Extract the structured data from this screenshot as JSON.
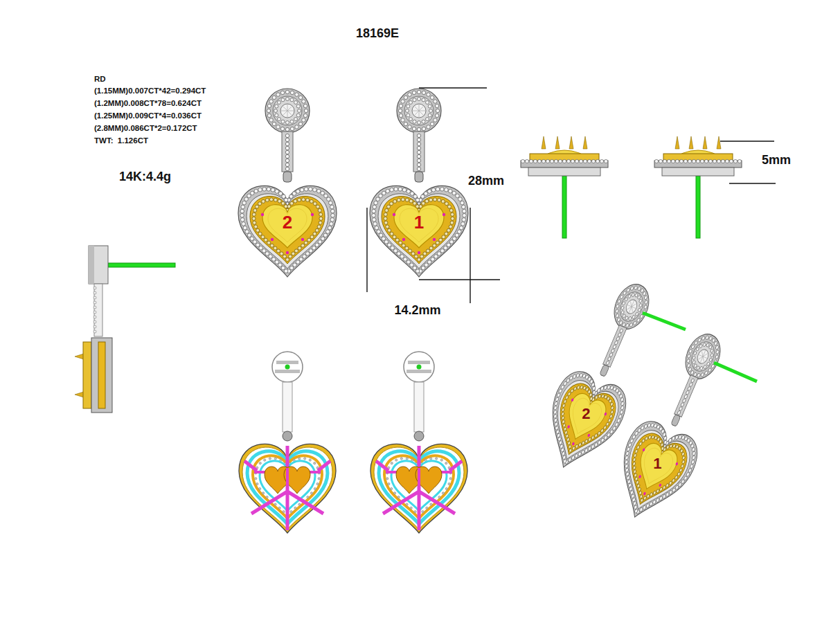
{
  "diagram": {
    "title": "18169E",
    "labels": [
      "RD",
      "(1.15MM)0.007CT*42=0.294CT",
      "(1.2MM)0.008CT*78=0.624CT",
      "(1.25MM)0.009CT*4=0.036CT",
      "(2.8MM)0.086CT*2=0.172CT",
      "TWT:  1.126CT",
      "14K:4.4g",
      "28mm",
      "5mm",
      "14.2mm",
      "2",
      "1",
      "2",
      "1"
    ]
  }
}
